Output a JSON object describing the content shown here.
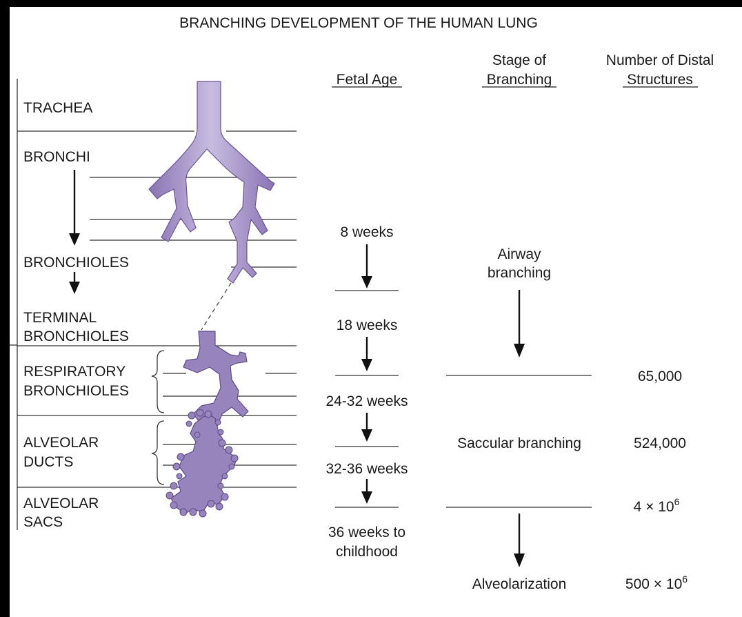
{
  "title": "BRANCHING DEVELOPMENT OF THE HUMAN LUNG",
  "headers": {
    "fetal_age": "Fetal Age",
    "stage_line1": "Stage of",
    "stage_line2": "Branching",
    "distal_line1": "Number of Distal",
    "distal_line2": "Structures"
  },
  "structures": {
    "trachea": "TRACHEA",
    "bronchi": "BRONCHI",
    "bronchioles": "BRONCHIOLES",
    "terminal_1": "TERMINAL",
    "terminal_2": "BRONCHIOLES",
    "respiratory_1": "RESPIRATORY",
    "respiratory_2": "BRONCHIOLES",
    "ducts_1": "ALVEOLAR",
    "ducts_2": "DUCTS",
    "sacs_1": "ALVEOLAR",
    "sacs_2": "SACS"
  },
  "fetal_ages": {
    "w8": "8 weeks",
    "w18": "18 weeks",
    "w24_32": "24-32 weeks",
    "w32_36": "32-36 weeks",
    "w36_1": "36 weeks to",
    "w36_2": "childhood"
  },
  "stages": {
    "airway_1": "Airway",
    "airway_2": "branching",
    "saccular": "Saccular branching",
    "alveolarization": "Alveolarization"
  },
  "distal_counts": {
    "c1": "65,000",
    "c2": "524,000",
    "c3_base": "4 × 10",
    "c3_exp": "6",
    "c4_base": "500 × 10",
    "c4_exp": "6"
  },
  "colors": {
    "airway_fill": "#9b86c0",
    "airway_stroke": "#5e4a86"
  }
}
